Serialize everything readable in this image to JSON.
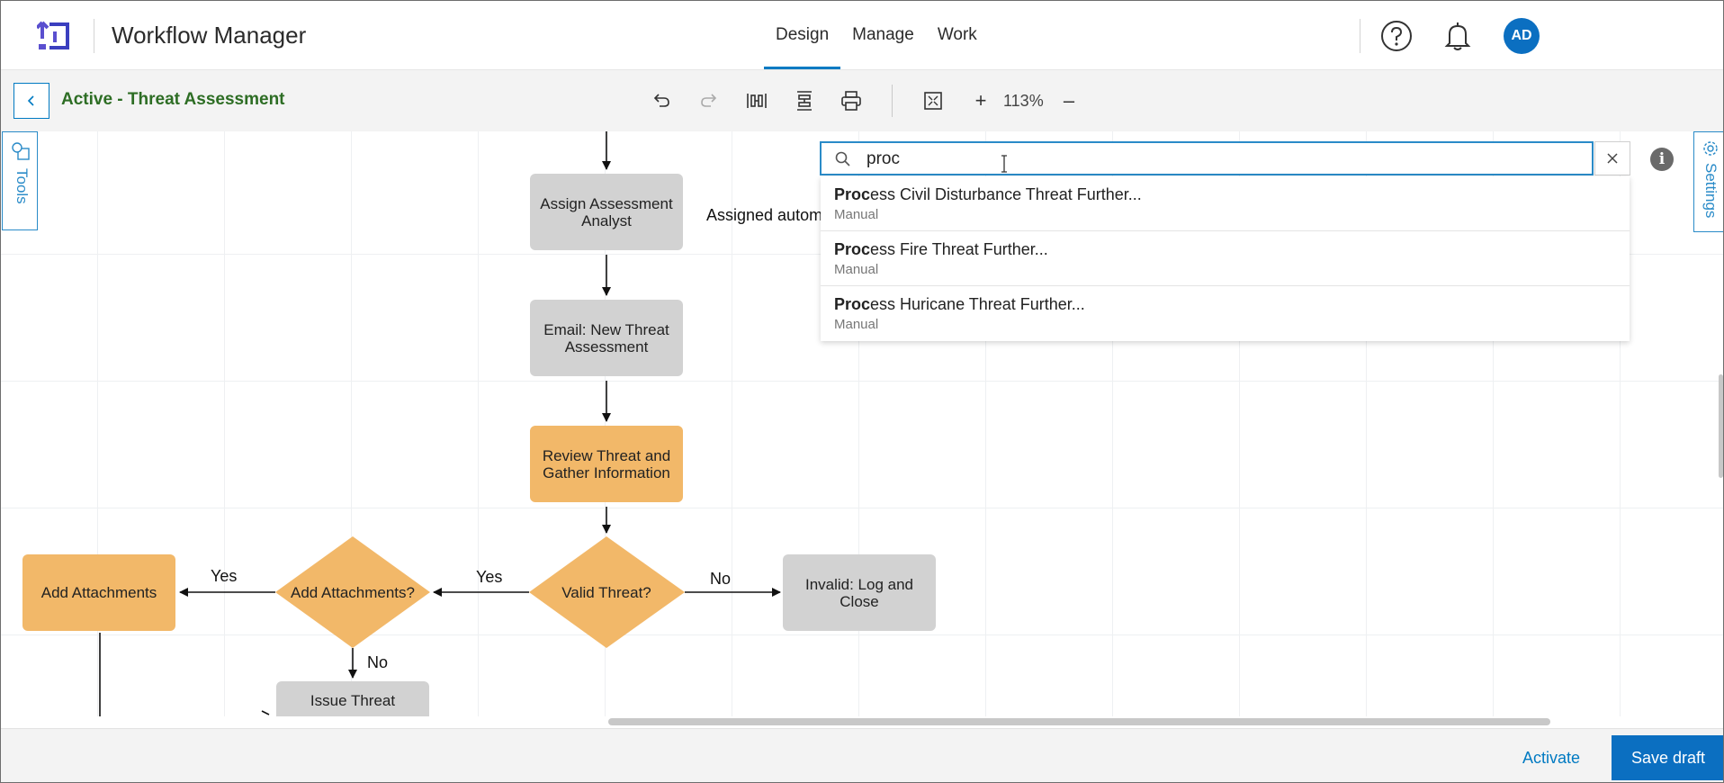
{
  "header": {
    "app_title": "Workflow Manager",
    "nav": [
      {
        "label": "Design",
        "active": true
      },
      {
        "label": "Manage",
        "active": false
      },
      {
        "label": "Work",
        "active": false
      }
    ],
    "avatar_initials": "AD",
    "icons": [
      "help-icon",
      "bell-icon"
    ]
  },
  "toolbar": {
    "workflow_title": "Active - Threat Assessment",
    "zoom": "113%",
    "zoom_in": "+",
    "zoom_out": "–",
    "icons": [
      "undo-icon",
      "redo-icon",
      "align-vertical-icon",
      "align-horizontal-icon",
      "print-icon",
      "fit-screen-icon"
    ]
  },
  "side_tabs": {
    "tools": "Tools",
    "settings": "Settings"
  },
  "search": {
    "value": "proc",
    "results": [
      {
        "match": "Proc",
        "rest": "ess Civil Disturbance Threat Further...",
        "type": "Manual"
      },
      {
        "match": "Proc",
        "rest": "ess Fire Threat Further...",
        "type": "Manual"
      },
      {
        "match": "Proc",
        "rest": "ess Huricane Threat Further...",
        "type": "Manual"
      }
    ]
  },
  "diagram": {
    "nodes": {
      "assign": "Assign Assessment Analyst",
      "email": "Email: New Threat Assessment",
      "review": "Review Threat and Gather Information",
      "valid": "Valid Threat?",
      "invalid": "Invalid: Log and Close",
      "add_q": "Add Attachments?",
      "add": "Add Attachments",
      "issue": "Issue Threat"
    },
    "labels": {
      "assigned_note": "Assigned autom",
      "yes1": "Yes",
      "yes2": "Yes",
      "no1": "No",
      "no2": "No"
    },
    "colors": {
      "grey_node": "#d2d2d2",
      "orange_node": "#f2b869",
      "accent": "#007ac2"
    }
  },
  "footer": {
    "activate": "Activate",
    "save": "Save draft"
  }
}
